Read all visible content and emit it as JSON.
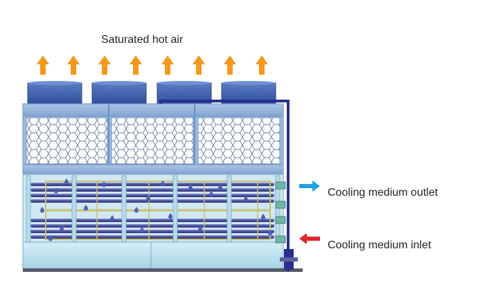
{
  "labels": {
    "top_air": "Saturated hot air",
    "outlet": "Cooling medium outlet",
    "inlet": "Cooling medium inlet"
  },
  "icons": {
    "air_arrow": "up-arrow-icon",
    "outlet_arrow": "right-arrow-icon",
    "inlet_arrow": "left-arrow-icon",
    "fan": "fan-icon",
    "droplet": "water-droplet-icon"
  },
  "colors": {
    "air_arrow": "#f39a1e",
    "outlet_arrow": "#1fa2e0",
    "inlet_arrow": "#e0262b",
    "fan": "#3e5fae",
    "casing": "#8fb3dc",
    "basin": "#bfe2ef",
    "coil_tube": "#4a4f9c",
    "coil_frame": "#c8c070",
    "pipe": "#2a2f8f"
  }
}
